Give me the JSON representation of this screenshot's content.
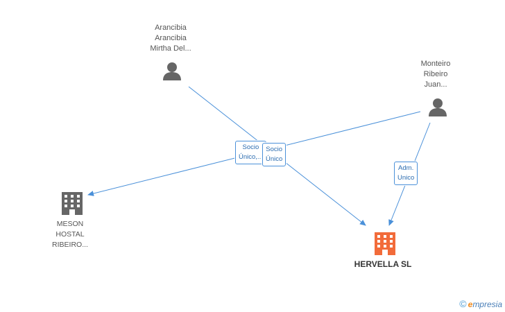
{
  "nodes": {
    "person_arancibia": {
      "label": [
        "Arancibia",
        "Arancibia",
        "Mirtha Del..."
      ],
      "color": "#666666"
    },
    "person_monteiro": {
      "label": [
        "Monteiro",
        "Ribeiro",
        "Juan..."
      ],
      "color": "#666666"
    },
    "company_meson": {
      "label": [
        "MESON",
        "HOSTAL",
        "RIBEIRO..."
      ],
      "color": "#666666"
    },
    "company_hervella": {
      "label": [
        "HERVELLA SL"
      ],
      "color": "#f26b3a"
    }
  },
  "edges": {
    "socio_unico_truncated": [
      "Socio",
      "Único,..."
    ],
    "socio_unico": [
      "Socio",
      "Único"
    ],
    "adm_unico": [
      "Adm.",
      "Unico"
    ]
  },
  "colors": {
    "edge": "#4a90d9",
    "person": "#666666",
    "building_main": "#f26b3a",
    "building_other": "#666666"
  },
  "watermark": {
    "copyright": "©",
    "brand_initial": "e",
    "brand_rest": "mpresia"
  }
}
